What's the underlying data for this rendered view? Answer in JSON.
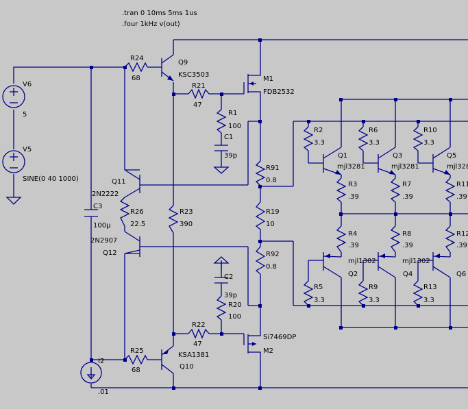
{
  "directives": {
    "tran": ".tran 0 10ms 5ms 1us",
    "four": ".four 1kHz v(out)"
  },
  "components": {
    "V6": {
      "name": "V6",
      "value": "5"
    },
    "V5": {
      "name": "V5",
      "value": "SINE(0 40 1000)"
    },
    "C3": {
      "name": "C3",
      "value": "100µ"
    },
    "I2": {
      "name": "I2",
      "value": ".01"
    },
    "R24": {
      "name": "R24",
      "value": "68"
    },
    "Q9": {
      "name": "Q9",
      "model": "KSC3503"
    },
    "R21": {
      "name": "R21",
      "value": "47"
    },
    "M1": {
      "name": "M1",
      "model": "FDB2532"
    },
    "R1": {
      "name": "R1",
      "value": "100"
    },
    "C1": {
      "name": "C1",
      "value": "39p"
    },
    "Q11": {
      "name": "Q11",
      "model": "2N2222"
    },
    "R26": {
      "name": "R26",
      "value": "22.5"
    },
    "Q12": {
      "name": "Q12",
      "model": "2N2907"
    },
    "R23": {
      "name": "R23",
      "value": "390"
    },
    "R91": {
      "name": "R91",
      "value": "0.8"
    },
    "R19": {
      "name": "R19",
      "value": "10"
    },
    "R92": {
      "name": "R92",
      "value": "0.8"
    },
    "C2": {
      "name": "C2",
      "value": "39p"
    },
    "R20": {
      "name": "R20",
      "value": "100"
    },
    "R22": {
      "name": "R22",
      "value": "47"
    },
    "M2": {
      "name": "M2",
      "model": "Si7469DP"
    },
    "R25": {
      "name": "R25",
      "value": "68"
    },
    "Q10": {
      "name": "Q10",
      "model": "KSA1381"
    },
    "R2": {
      "name": "R2",
      "value": "3.3"
    },
    "R6": {
      "name": "R6",
      "value": "3.3"
    },
    "R10": {
      "name": "R10",
      "value": "3.3"
    },
    "Q1": {
      "name": "Q1",
      "model": "mjl3281"
    },
    "Q3": {
      "name": "Q3",
      "model": "mjl3281"
    },
    "Q5": {
      "name": "Q5",
      "model": "mjl328"
    },
    "R3": {
      "name": "R3",
      "value": ".39"
    },
    "R7": {
      "name": "R7",
      "value": ".39"
    },
    "R11": {
      "name": "R11",
      "value": ".39"
    },
    "R4": {
      "name": "R4",
      "value": ".39"
    },
    "R8": {
      "name": "R8",
      "value": ".39"
    },
    "R12": {
      "name": "R12",
      "value": ".39"
    },
    "Q2": {
      "name": "Q2",
      "model": "mjl1302"
    },
    "Q4": {
      "name": "Q4",
      "model": "mjl1302"
    },
    "Q6": {
      "name": "Q6"
    },
    "R5": {
      "name": "R5",
      "value": "3.3"
    },
    "R9": {
      "name": "R9",
      "value": "3.3"
    },
    "R13": {
      "name": "R13",
      "value": "3.3"
    }
  },
  "colors": {
    "background": "#c8c8c8",
    "wire": "#00008b",
    "text": "#000000"
  }
}
